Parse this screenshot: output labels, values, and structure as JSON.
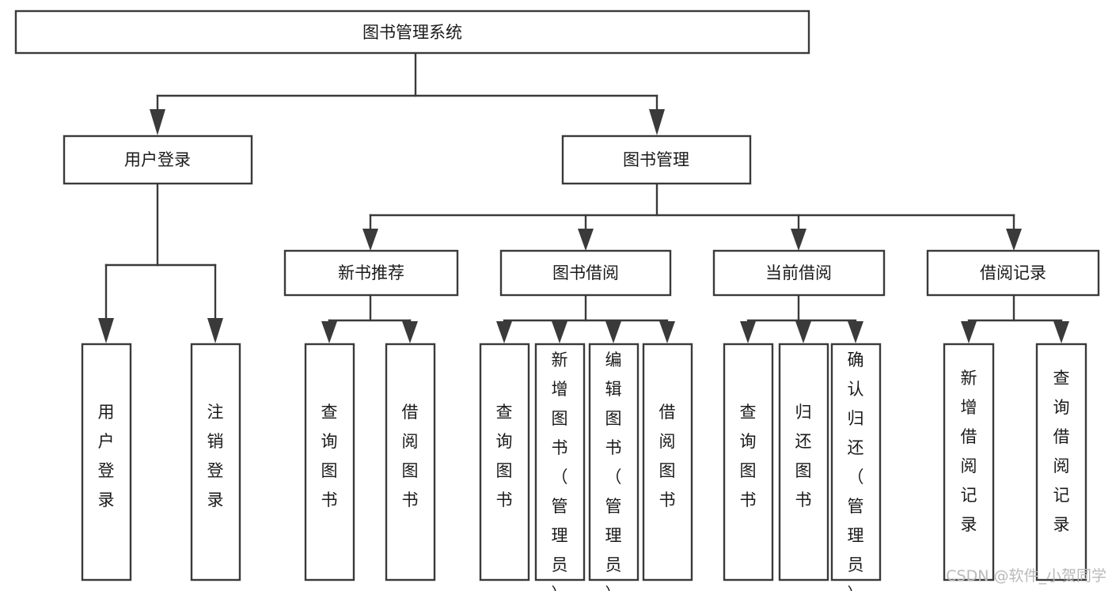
{
  "diagram": {
    "type": "tree-hierarchy-chart",
    "title": "图书管理系统",
    "orientation": "top-down",
    "line_color": "#3a3a3a",
    "box_fill": "#ffffff",
    "text_color": "#1a1a1a",
    "levels": 3,
    "root": {
      "id": "root",
      "label": "图书管理系统"
    },
    "level1": [
      {
        "id": "user-login",
        "label": "用户登录"
      },
      {
        "id": "book-manage",
        "label": "图书管理"
      }
    ],
    "level2": [
      {
        "id": "new-book-recommend",
        "label": "新书推荐",
        "parent": "book-manage"
      },
      {
        "id": "book-borrow",
        "label": "图书借阅",
        "parent": "book-manage"
      },
      {
        "id": "current-borrow",
        "label": "当前借阅",
        "parent": "book-manage"
      },
      {
        "id": "borrow-record",
        "label": "借阅记录",
        "parent": "book-manage"
      }
    ],
    "leaves": [
      {
        "id": "leaf-user-login",
        "label": "用户登录",
        "parent": "user-login"
      },
      {
        "id": "leaf-logout-login",
        "label": "注销登录",
        "parent": "user-login"
      },
      {
        "id": "leaf-query-book-1",
        "label": "查询图书",
        "parent": "new-book-recommend"
      },
      {
        "id": "leaf-borrow-book-1",
        "label": "借阅图书",
        "parent": "new-book-recommend"
      },
      {
        "id": "leaf-query-book-2",
        "label": "查询图书",
        "parent": "book-borrow"
      },
      {
        "id": "leaf-add-book",
        "label": "新增图书（管理员）",
        "parent": "book-borrow"
      },
      {
        "id": "leaf-edit-book",
        "label": "编辑图书（管理员）",
        "parent": "book-borrow"
      },
      {
        "id": "leaf-borrow-book-2",
        "label": "借阅图书",
        "parent": "book-borrow"
      },
      {
        "id": "leaf-query-book-3",
        "label": "查询图书",
        "parent": "current-borrow"
      },
      {
        "id": "leaf-return-book",
        "label": "归还图书",
        "parent": "current-borrow"
      },
      {
        "id": "leaf-confirm-return",
        "label": "确认归还（管理员）",
        "parent": "current-borrow"
      },
      {
        "id": "leaf-add-record",
        "label": "新增借阅记录",
        "parent": "borrow-record"
      },
      {
        "id": "leaf-query-record",
        "label": "查询借阅记录",
        "parent": "borrow-record"
      }
    ]
  },
  "watermark": {
    "text": "CSDN @软件_小贺同学"
  }
}
